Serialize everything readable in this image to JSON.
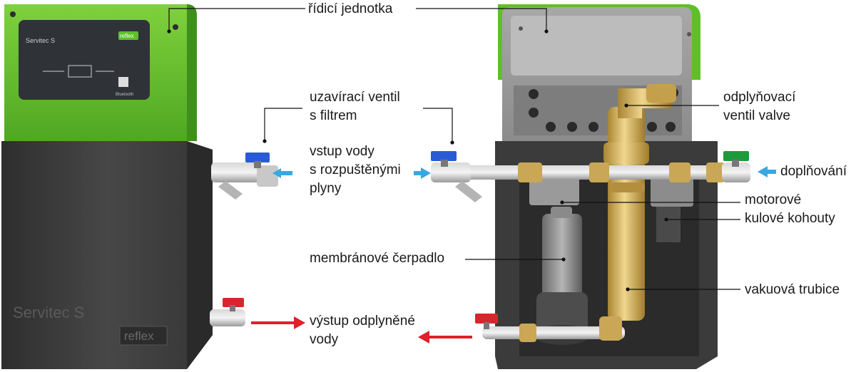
{
  "labels": {
    "control_unit": "řídicí jednotka",
    "shutoff_valve": [
      "uzavírací ventil",
      "s filtrem"
    ],
    "water_inlet": [
      "vstup vody",
      "s rozpuštěnými",
      "plyny"
    ],
    "degas_valve": [
      "odplyňovací",
      "ventil valve"
    ],
    "refill": "doplňování",
    "motor_valves": [
      "motorové",
      "kulové kohouty"
    ],
    "membrane_pump": "membránové čerpadlo",
    "vacuum_tube": "vakuová trubice",
    "water_outlet": [
      "výstup odplyněné",
      "vody"
    ]
  },
  "device_text": {
    "panel_title": "Servitec S",
    "brand": "reflex",
    "bluetooth": "Bluetooth",
    "housing_name": "Servitec S",
    "housing_brand": "reflex"
  },
  "colors": {
    "green": "#5fbf2a",
    "inlet_arrow": "#3aa8e0",
    "outlet_arrow": "#e0202a",
    "valve_blue": "#2a5bd6",
    "valve_red": "#d9252e",
    "valve_green": "#1f9a3a",
    "insulation": "#3d3d3d",
    "brass": "#c9a756"
  }
}
